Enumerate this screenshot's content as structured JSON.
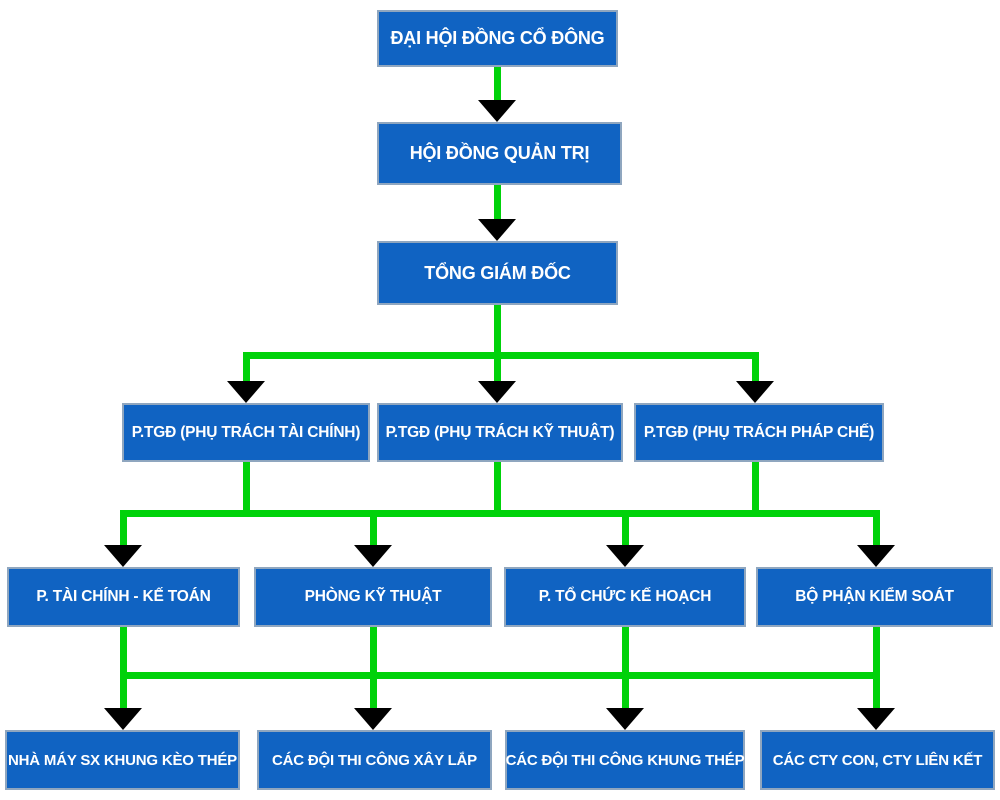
{
  "diagram": {
    "type": "org-chart",
    "language": "vi",
    "colors": {
      "box_fill": "#1063c2",
      "box_border": "#8fa6bf",
      "box_text": "#ffffff",
      "connector": "#00d20a",
      "arrowhead": "#000000",
      "background": "#ffffff"
    }
  },
  "org_chart": {
    "nodes": [
      {
        "id": "dai-hoi-dong-co-dong",
        "level": 1,
        "label": "ĐẠI HỘI ĐỒNG CỔ ĐÔNG"
      },
      {
        "id": "hoi-dong-quan-tri",
        "level": 2,
        "label": "HỘI ĐỒNG QUẢN TRỊ"
      },
      {
        "id": "tong-giam-doc",
        "level": 3,
        "label": "TỔNG GIÁM ĐỐC"
      },
      {
        "id": "ptgd-tai-chinh",
        "level": 4,
        "label": "P.TGĐ (PHỤ TRÁCH TÀI CHÍNH)"
      },
      {
        "id": "ptgd-ky-thuat",
        "level": 4,
        "label": "P.TGĐ (PHỤ TRÁCH KỸ THUẬT)"
      },
      {
        "id": "ptgd-phap-che",
        "level": 4,
        "label": "P.TGĐ (PHỤ TRÁCH PHÁP CHẾ)"
      },
      {
        "id": "p-tai-chinh-ke-toan",
        "level": 5,
        "label": "P. TÀI CHÍNH - KẾ TOÁN"
      },
      {
        "id": "phong-ky-thuat",
        "level": 5,
        "label": "PHÒNG KỸ THUẬT"
      },
      {
        "id": "p-to-chuc-ke-hoach",
        "level": 5,
        "label": "P. TỔ CHỨC KẾ HOẠCH"
      },
      {
        "id": "bo-phan-kiem-soat",
        "level": 5,
        "label": "BỘ PHẬN KIỂM SOÁT"
      },
      {
        "id": "nha-may-sx-khung-keo-thep",
        "level": 6,
        "label": "NHÀ MÁY SX KHUNG KÈO THÉP"
      },
      {
        "id": "cac-doi-thi-cong-xay-lap",
        "level": 6,
        "label": "CÁC ĐỘI THI CÔNG XÂY LẮP"
      },
      {
        "id": "cac-doi-thi-cong-khung-thep",
        "level": 6,
        "label": "CÁC ĐỘI THI CÔNG KHUNG THÉP"
      },
      {
        "id": "cac-cty-con-cty-lien-ket",
        "level": 6,
        "label": "CÁC CTY CON, CTY LIÊN KẾT"
      }
    ],
    "edges": [
      {
        "from": [
          "ĐẠI HỘI ĐỒNG CỔ ĐÔNG"
        ],
        "to": [
          "HỘI ĐỒNG QUẢN TRỊ"
        ]
      },
      {
        "from": [
          "HỘI ĐỒNG QUẢN TRỊ"
        ],
        "to": [
          "TỔNG GIÁM ĐỐC"
        ]
      },
      {
        "from": [
          "TỔNG GIÁM ĐỐC"
        ],
        "to": [
          "P.TGĐ (PHỤ TRÁCH TÀI CHÍNH)",
          "P.TGĐ (PHỤ TRÁCH KỸ THUẬT)",
          "P.TGĐ (PHỤ TRÁCH PHÁP CHẾ)"
        ]
      },
      {
        "from": [
          "P.TGĐ (PHỤ TRÁCH TÀI CHÍNH)",
          "P.TGĐ (PHỤ TRÁCH KỸ THUẬT)",
          "P.TGĐ (PHỤ TRÁCH PHÁP CHẾ)"
        ],
        "to": [
          "P. TÀI CHÍNH - KẾ TOÁN",
          "PHÒNG KỸ THUẬT",
          "P. TỔ CHỨC KẾ HOẠCH",
          "BỘ PHẬN KIỂM SOÁT"
        ]
      },
      {
        "from": [
          "P. TÀI CHÍNH - KẾ TOÁN",
          "PHÒNG KỸ THUẬT",
          "P. TỔ CHỨC KẾ HOẠCH",
          "BỘ PHẬN KIỂM SOÁT"
        ],
        "to": [
          "NHÀ MÁY SX KHUNG KÈO THÉP",
          "CÁC ĐỘI THI CÔNG XÂY LẮP",
          "CÁC ĐỘI THI CÔNG KHUNG THÉP",
          "CÁC CTY CON, CTY LIÊN KẾT"
        ]
      }
    ]
  }
}
